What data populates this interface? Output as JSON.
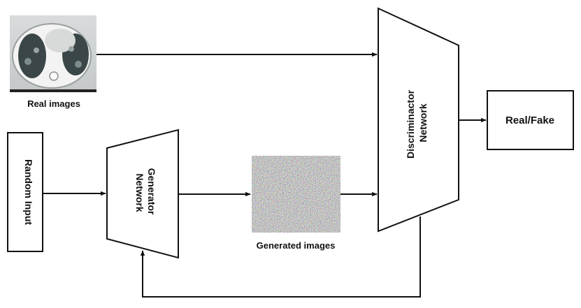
{
  "nodes": {
    "random_input": "Random Input",
    "generator": [
      "Generator",
      "Network"
    ],
    "discriminator": [
      "Discriminactor",
      "Network"
    ],
    "output": "Real/Fake"
  },
  "captions": {
    "real_images": "Real images",
    "generated_images": "Generated images"
  },
  "images": {
    "real": "ct-scan-lung-image",
    "generated": "random-noise-image"
  },
  "colors": {
    "stroke": "#111111",
    "background": "#ffffff"
  }
}
